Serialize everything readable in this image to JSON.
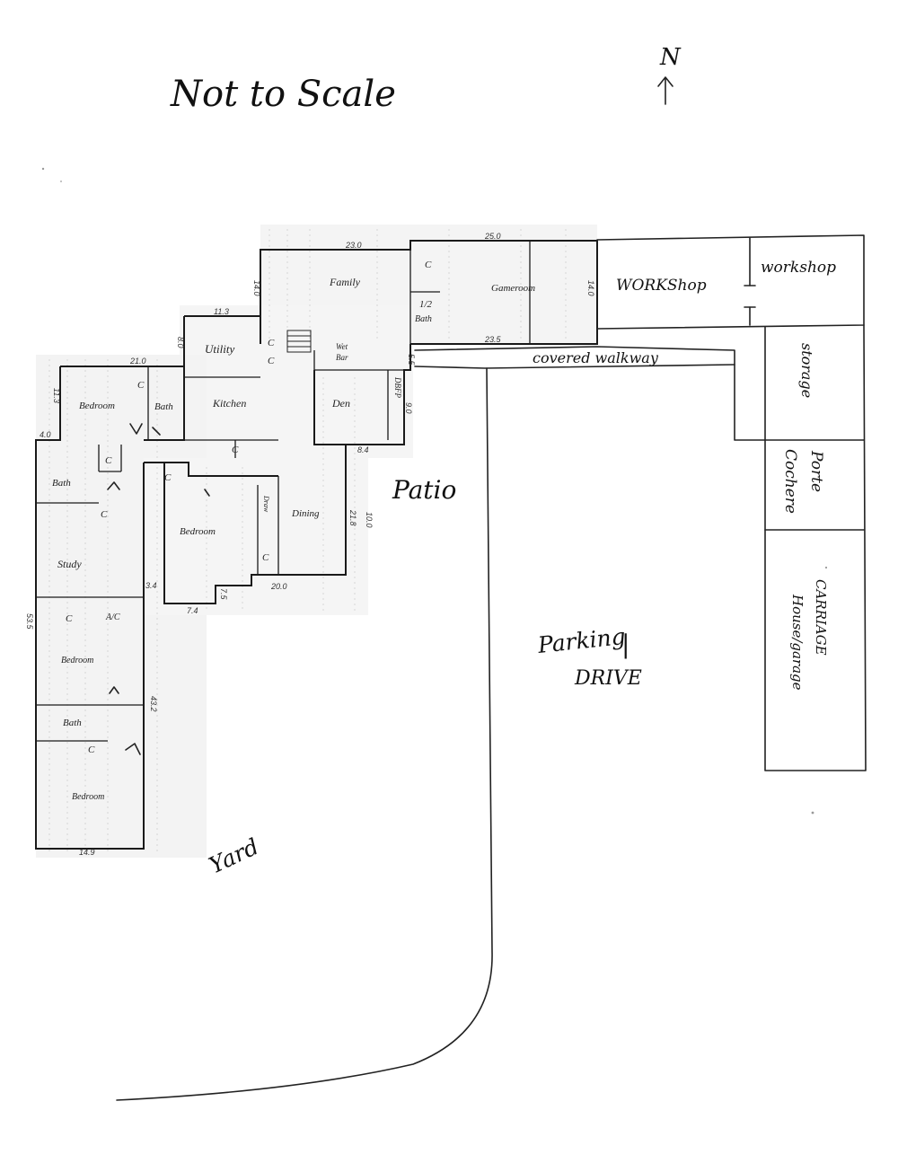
{
  "notes": {
    "scale_note": "Not to Scale",
    "north_label": "N"
  },
  "rooms": {
    "family": "Family",
    "gameroom": "Gameroom",
    "half_bath": "1/2",
    "half_bath_2": "Bath",
    "wet_bar_1": "Wet",
    "wet_bar_2": "Bar",
    "utility": "Utility",
    "kitchen": "Kitchen",
    "den": "Den",
    "bedroom_nw": "Bedroom",
    "bath_n": "Bath",
    "bath_w": "Bath",
    "study": "Study",
    "bedroom_center": "Bedroom",
    "dining": "Dining",
    "bedroom_sw1": "Bedroom",
    "bath_sw": "Bath",
    "bedroom_sw2": "Bedroom",
    "dbfp": "DBFP",
    "drwr": "Draw",
    "ac": "A/C"
  },
  "site": {
    "workshop_1": "WORKShop",
    "workshop_2": "workshop",
    "covered_walkway": "covered walkway",
    "storage": "storage",
    "porte_cochere_1": "Porte",
    "porte_cochere_2": "Cochere",
    "carriage_1": "CARRIAGE",
    "carriage_2": "House/garage",
    "patio": "Patio",
    "parking_1": "Parking",
    "parking_2": "DRIVE",
    "yard": "Yard"
  },
  "closets": [
    "C",
    "C",
    "C",
    "C",
    "C",
    "C",
    "C",
    "C",
    "C",
    "C",
    "C"
  ],
  "dimensions": {
    "d_230": "23.0",
    "d_250": "25.0",
    "d_140": "14.0",
    "d_113": "11.3",
    "d_80": "8.0",
    "d_210": "21.0",
    "d_113b": "11.3",
    "d_40": "4.0",
    "d_235": "23.5",
    "d_55": "5.5",
    "d_90": "9.0",
    "d_84": "8.4",
    "d_200": "20.0",
    "d_74": "7.4",
    "d_34": "3.4",
    "d_75": "7.5",
    "d_218": "21.8",
    "d_535": "53.5",
    "d_432": "43.2",
    "d_149": "14.9",
    "d_100": "10.0",
    "d_140b": "14.0"
  }
}
